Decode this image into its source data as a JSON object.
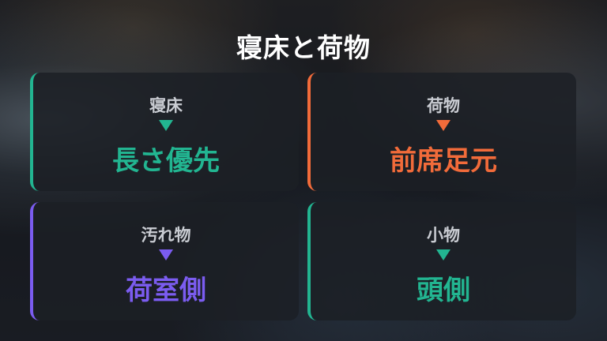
{
  "title": "寝床と荷物",
  "colors": {
    "green": "#22b591",
    "orange": "#f26b3a",
    "purple": "#7b5cf0"
  },
  "cards": [
    {
      "label": "寝床",
      "value": "長さ優先",
      "color": "#22b591"
    },
    {
      "label": "荷物",
      "value": "前席足元",
      "color": "#f26b3a"
    },
    {
      "label": "汚れ物",
      "value": "荷室側",
      "color": "#7b5cf0"
    },
    {
      "label": "小物",
      "value": "頭側",
      "color": "#22b591"
    }
  ]
}
